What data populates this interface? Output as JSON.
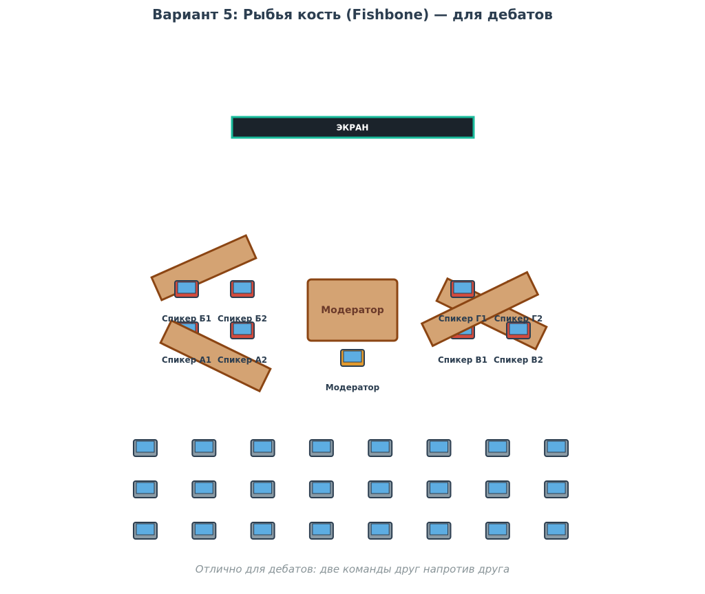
{
  "title": "Вариант 5: Рыбья кость (Fishbone) — для дебатов",
  "screen": {
    "label": "ЭКРАН"
  },
  "moderator": {
    "table_label": "Модератор",
    "seat_label": "Модератор"
  },
  "speakers": {
    "b1": "Спикер Б1",
    "b2": "Спикер Б2",
    "a1": "Спикер А1",
    "a2": "Спикер А2",
    "g1": "Спикер Г1",
    "g2": "Спикер Г2",
    "v1": "Спикер В1",
    "v2": "Спикер В2"
  },
  "audience": {
    "rows": 3,
    "columns": 8
  },
  "caption": "Отлично для дебатов: две команды друг напротив друга",
  "colors": {
    "title": "#2c3e50",
    "screen_fill": "#1b232b",
    "screen_border": "#1abc9c",
    "screen_text": "#ffffff",
    "table_fill": "#d4a373",
    "table_border": "#8b4513",
    "moderator_text": "#6b3a2a",
    "speaker_laptop": "#d24b3e",
    "moderator_laptop": "#e29a2e",
    "audience_laptop": "#8a9ba6",
    "laptop_screen": "#5dade2",
    "laptop_border": "#2c3e50",
    "label": "#2c3e50",
    "caption": "#8a9599"
  },
  "icons": {
    "speaker_seat": "laptop-icon",
    "moderator_seat": "laptop-icon",
    "audience_seat": "laptop-icon"
  }
}
